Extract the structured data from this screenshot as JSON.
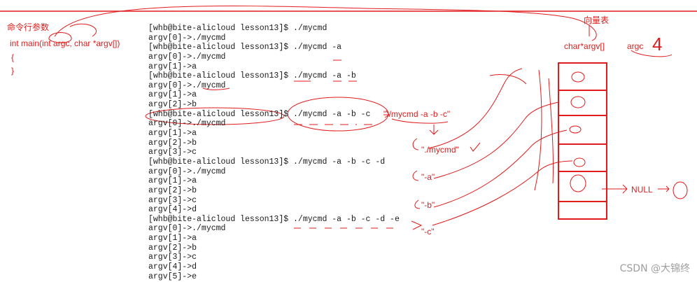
{
  "left_code": {
    "heading": "命令行参数",
    "signature": "int main(int argc, char *argv[])",
    "open_brace": "{",
    "close_brace": "}"
  },
  "terminal_lines": [
    "[whb@bite-alicloud lesson13]$ ./mycmd",
    "argv[0]->./mycmd",
    "[whb@bite-alicloud lesson13]$ ./mycmd -a",
    "argv[0]->./mycmd",
    "argv[1]->a",
    "[whb@bite-alicloud lesson13]$ ./mycmd -a -b",
    "argv[0]->./mycmd",
    "argv[1]->a",
    "argv[2]->b",
    "[whb@bite-alicloud lesson13]$ ./mycmd -a -b -c",
    "argv[0]->./mycmd",
    "argv[1]->a",
    "argv[2]->b",
    "argv[3]->c",
    "[whb@bite-alicloud lesson13]$ ./mycmd -a -b -c -d",
    "argv[0]->./mycmd",
    "argv[1]->a",
    "argv[2]->b",
    "argv[3]->c",
    "argv[4]->d",
    "[whb@bite-alicloud lesson13]$ ./mycmd -a -b -c -d -e",
    "argv[0]->./mycmd",
    "argv[1]->a",
    "argv[2]->b",
    "argv[3]->c",
    "argv[4]->d",
    "argv[5]->e"
  ],
  "annotations": {
    "vector_table": "向量表",
    "char_argv": "char*argv[]",
    "argc": "argc",
    "argc_value": "4",
    "command_string": "\"./mycmd -a -b -c\"",
    "split_0": "\"./mycmd\"",
    "split_1": "\"-a\"",
    "split_2": "\"-b\"",
    "split_3": "\"-c\"",
    "null_label": "NULL",
    "null_value": "0"
  },
  "table_cells": [
    "0",
    "0",
    "0",
    "0",
    "0"
  ],
  "watermark": "CSDN @大锦终",
  "colors": {
    "annotation": "#e11b1b",
    "text": "#1a1a1a",
    "watermark": "#9e9e9e"
  }
}
